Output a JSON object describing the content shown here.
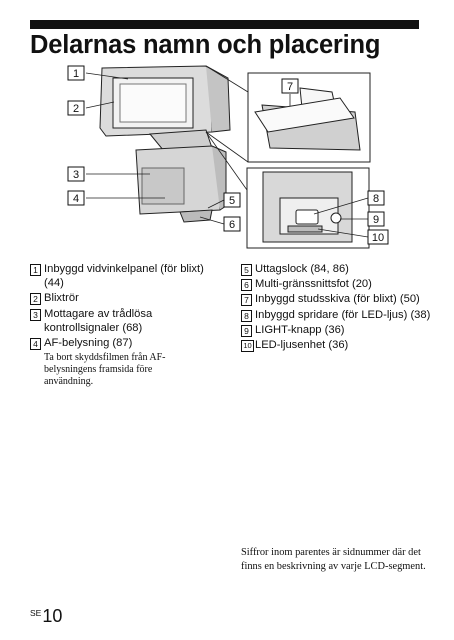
{
  "title": "Delarnas namn och placering",
  "figure_labels": [
    "1",
    "2",
    "3",
    "4",
    "5",
    "6",
    "7",
    "8",
    "9",
    "10"
  ],
  "parts_left": [
    {
      "num": "1",
      "text": "Inbyggd vidvinkelpanel (för blixt) (44)"
    },
    {
      "num": "2",
      "text": "Blixtrör"
    },
    {
      "num": "3",
      "text": "Mottagare av trådlösa kontrollsignaler (68)"
    },
    {
      "num": "4",
      "text": "AF-belysning (87)"
    }
  ],
  "af_note": "Ta bort skyddsfilmen från AF-belysningens framsida före användning.",
  "parts_right": [
    {
      "num": "5",
      "text": "Uttagslock (84, 86)"
    },
    {
      "num": "6",
      "text": "Multi-gränssnittsfot (20)"
    },
    {
      "num": "7",
      "text": "Inbyggd studsskiva (för blixt) (50)"
    },
    {
      "num": "8",
      "text": "Inbyggd spridare (för LED-ljus) (38)"
    },
    {
      "num": "9",
      "text": "LIGHT-knapp (36)"
    },
    {
      "num": "10",
      "text": "LED-ljusenhet (36)"
    }
  ],
  "footnote": "Siffror inom parentes är sidnummer där det finns en beskrivning av varje LCD-segment.",
  "page": {
    "prefix": "SE",
    "number": "10"
  }
}
